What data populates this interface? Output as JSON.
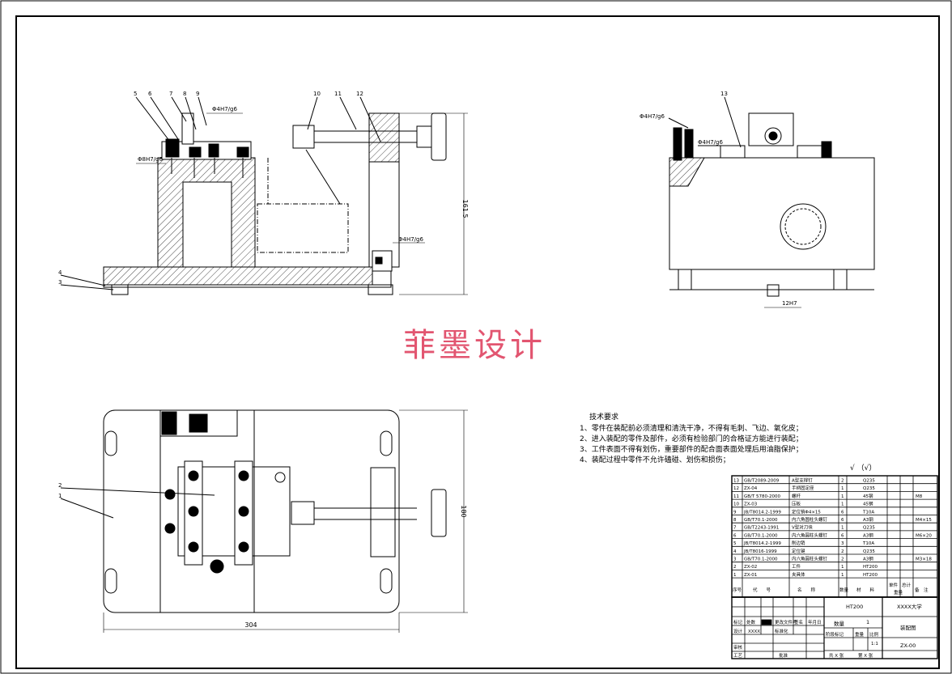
{
  "watermark": "菲墨设计",
  "front_view": {
    "balloons": [
      "5",
      "6",
      "7",
      "8",
      "9",
      "10",
      "11",
      "12",
      "4",
      "3"
    ],
    "fits": {
      "top": "Φ4H7/g6",
      "left": "Φ8H7/g6",
      "right": "Φ4H7/g6"
    },
    "height_dim": "161.5"
  },
  "side_view": {
    "balloon": "13",
    "fits": {
      "top": "Φ4H7/g6",
      "mid": "Φ4H7/g6"
    },
    "key_dim": "12H7"
  },
  "top_view": {
    "balloons": [
      "2",
      "1"
    ],
    "width_dim": "304",
    "height_dim": "180"
  },
  "tech_req": {
    "title": "技术要求",
    "items": [
      "1、零件在装配前必须清理和清洗干净，不得有毛刺、飞边、氧化皮；",
      "2、进入装配的零件及部件，必须有检验部门的合格证方能进行装配；",
      "3、工件表面不得有划伤，重要部件的配合面表面处理后用油脂保护；",
      "4、装配过程中零件不允许磕碰、划伤和损伤；"
    ]
  },
  "roughness": "√ （√）",
  "bom": {
    "rows": [
      {
        "no": "13",
        "code": "GB/T2089-2009",
        "name": "A型支撑钉",
        "qty": "2",
        "material": "Q235",
        "note": ""
      },
      {
        "no": "12",
        "code": "ZX-04",
        "name": "手柄固定座",
        "qty": "1",
        "material": "Q235",
        "note": ""
      },
      {
        "no": "11",
        "code": "GB/T 5780-2000",
        "name": "螺杆",
        "qty": "1",
        "material": "45钢",
        "note": "M8"
      },
      {
        "no": "10",
        "code": "ZX-03",
        "name": "压板",
        "qty": "1",
        "material": "45钢",
        "note": ""
      },
      {
        "no": "9",
        "code": "JB/T8014.2-1999",
        "name": "定位销Φ4×15",
        "qty": "6",
        "material": "T10A",
        "note": ""
      },
      {
        "no": "8",
        "code": "GB/T70.1-2000",
        "name": "内六角圆柱头螺钉",
        "qty": "6",
        "material": "A3钢",
        "note": "M4×15"
      },
      {
        "no": "7",
        "code": "GB/T2243-1991",
        "name": "V型对刀块",
        "qty": "1",
        "material": "Q235",
        "note": ""
      },
      {
        "no": "6",
        "code": "GB/T70.1-2000",
        "name": "内六角圆柱头螺钉",
        "qty": "6",
        "material": "A3钢",
        "note": "M6×20"
      },
      {
        "no": "5",
        "code": "JB/T8014.2-1999",
        "name": "削边销",
        "qty": "3",
        "material": "T10A",
        "note": ""
      },
      {
        "no": "4",
        "code": "JB/T8016-1999",
        "name": "定位键",
        "qty": "2",
        "material": "Q235",
        "note": ""
      },
      {
        "no": "3",
        "code": "GB/T70.1-2000",
        "name": "内六角圆柱头螺钉",
        "qty": "2",
        "material": "A3钢",
        "note": "M3×18"
      },
      {
        "no": "2",
        "code": "ZX-02",
        "name": "工件",
        "qty": "1",
        "material": "HT200",
        "note": ""
      },
      {
        "no": "1",
        "code": "ZX-01",
        "name": "夹具体",
        "qty": "1",
        "material": "HT200",
        "note": ""
      }
    ],
    "header": {
      "no": "序号",
      "code": "代　　号",
      "name": "名　　称",
      "qty": "数量",
      "material": "材　　料",
      "unit": "单件",
      "total": "总计",
      "weight": "重量",
      "note": "备　注"
    }
  },
  "title_block": {
    "material": "HT200",
    "school": "XXXX大学",
    "qty_label": "数量",
    "qty": "1",
    "drawing_name": "装配图",
    "stage_label": "阶段标记",
    "weight_label": "重量",
    "scale_label": "比例",
    "scale": "1:1",
    "drawing_no": "ZX-00",
    "sheets": "共 X 张",
    "sheet": "第 X 张",
    "mark_label": "标记",
    "count_label": "处数",
    "revise_label": "更改文件号",
    "sign_label": "签名",
    "date_label": "年月日",
    "design_label": "设计",
    "design_name": "XXXX",
    "std_label": "标准化",
    "check_label": "审核",
    "craft_label": "工艺",
    "approve_label": "批准"
  }
}
